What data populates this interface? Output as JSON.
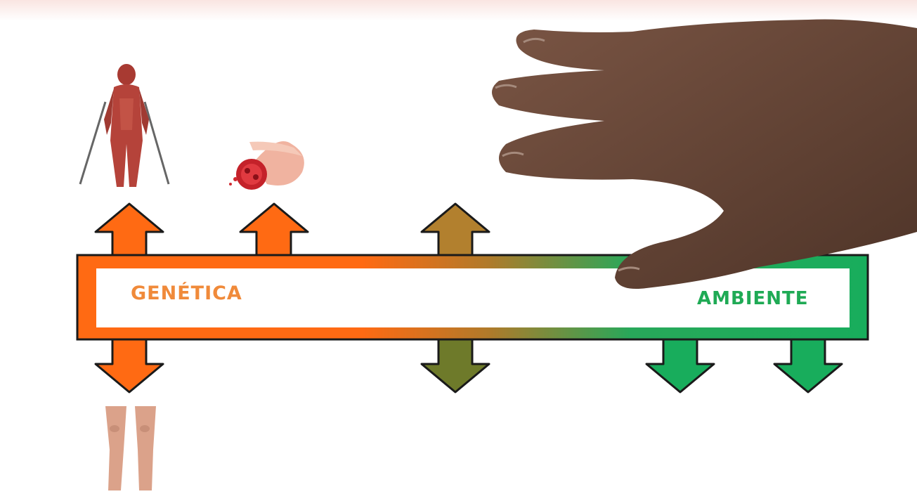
{
  "diagram": {
    "left_label": "GENÉTICA",
    "right_label": "AMBIENTE"
  },
  "colors": {
    "genetics": "#ff6a13",
    "middle": "#a07a35",
    "environment": "#18ad5c",
    "outline": "#1a1a1a",
    "genetics_text": "#f08a3a",
    "environment_text": "#1faa55",
    "muscle": "#b5433a",
    "skin": "#dba28a",
    "hand": "#6a4a3a"
  },
  "icons": {
    "figure_top_left": "muscular-figure-with-crutches",
    "figure_top_mid": "blood-vessel-cross-section",
    "figure_bottom_left": "legs",
    "hand": "hand"
  }
}
